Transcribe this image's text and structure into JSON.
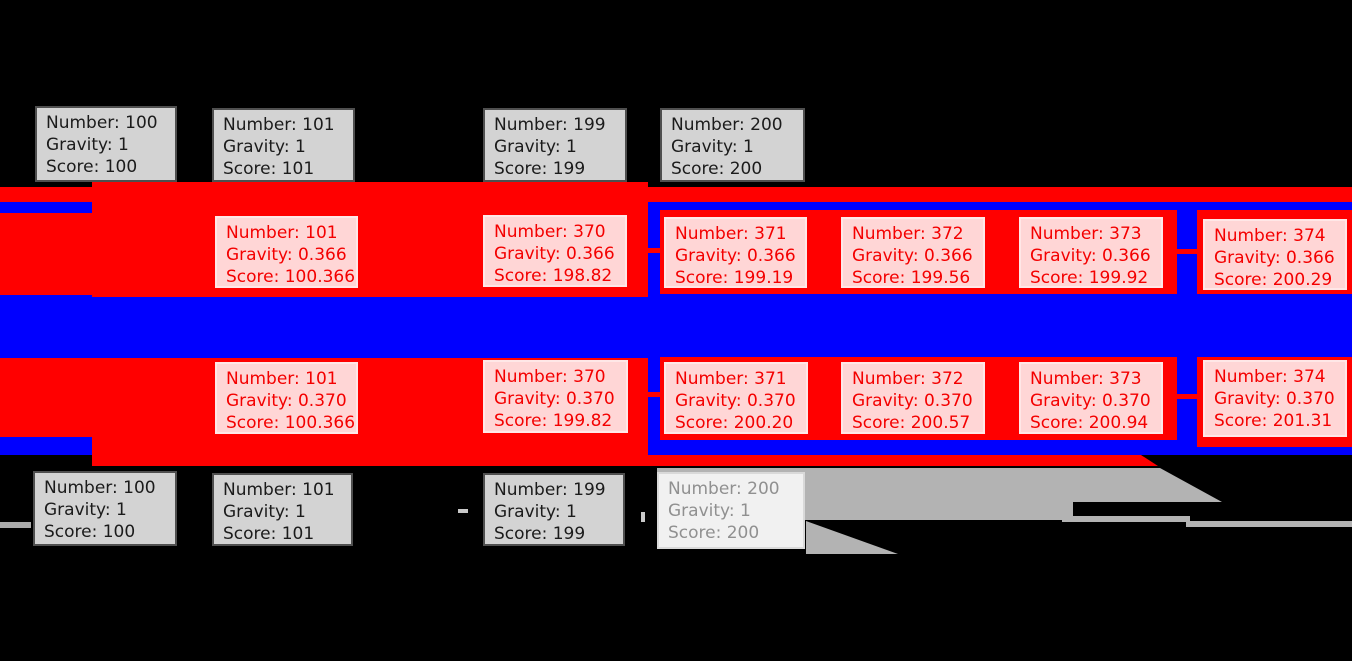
{
  "colors": {
    "background": "#000000",
    "band_red": "#ff0000",
    "band_blue": "#0000ff",
    "item_gray_bg": "#d3d3d3",
    "item_gray_border": "#4f4f4f",
    "item_gray_text": "#1b1b1b",
    "item_pink_bg": "#ffd6d6",
    "item_pink_text": "#f40000",
    "faded_item_bg": "#f1f1f1",
    "faded_item_text": "#909090",
    "arrow_gray": "#b3b3b3"
  },
  "rows": {
    "top": {
      "boxes": [
        {
          "number": "Number: 100",
          "gravity": "Gravity: 1",
          "score": "Score: 100"
        },
        {
          "number": "Number: 101",
          "gravity": "Gravity: 1",
          "score": "Score: 101"
        },
        {
          "number": "Number: 199",
          "gravity": "Gravity: 1",
          "score": "Score: 199"
        },
        {
          "number": "Number: 200",
          "gravity": "Gravity: 1",
          "score": "Score: 200"
        }
      ]
    },
    "band1": {
      "boxes": [
        {
          "number": "Number: 101",
          "gravity": "Gravity: 0.366",
          "score": "Score: 100.366"
        },
        {
          "number": "Number: 370",
          "gravity": "Gravity: 0.366",
          "score": "Score: 198.82"
        },
        {
          "number": "Number: 371",
          "gravity": "Gravity: 0.366",
          "score": "Score: 199.19"
        },
        {
          "number": "Number: 372",
          "gravity": "Gravity: 0.366",
          "score": "Score: 199.56"
        },
        {
          "number": "Number: 373",
          "gravity": "Gravity: 0.366",
          "score": "Score: 199.92"
        },
        {
          "number": "Number: 374",
          "gravity": "Gravity: 0.366",
          "score": "Score: 200.29"
        }
      ]
    },
    "band2": {
      "boxes": [
        {
          "number": "Number: 101",
          "gravity": "Gravity: 0.370",
          "score": "Score: 100.366"
        },
        {
          "number": "Number: 370",
          "gravity": "Gravity: 0.370",
          "score": "Score: 199.82"
        },
        {
          "number": "Number: 371",
          "gravity": "Gravity: 0.370",
          "score": "Score: 200.20"
        },
        {
          "number": "Number: 372",
          "gravity": "Gravity: 0.370",
          "score": "Score: 200.57"
        },
        {
          "number": "Number: 373",
          "gravity": "Gravity: 0.370",
          "score": "Score: 200.94"
        },
        {
          "number": "Number: 374",
          "gravity": "Gravity: 0.370",
          "score": "Score: 201.31"
        }
      ]
    },
    "bottom": {
      "boxes": [
        {
          "number": "Number: 100",
          "gravity": "Gravity: 1",
          "score": "Score: 100"
        },
        {
          "number": "Number: 101",
          "gravity": "Gravity: 1",
          "score": "Score: 101"
        },
        {
          "number": "Number: 199",
          "gravity": "Gravity: 1",
          "score": "Score: 199"
        },
        {
          "number": "Number: 200",
          "gravity": "Gravity: 1",
          "score": "Score: 200"
        }
      ]
    }
  }
}
